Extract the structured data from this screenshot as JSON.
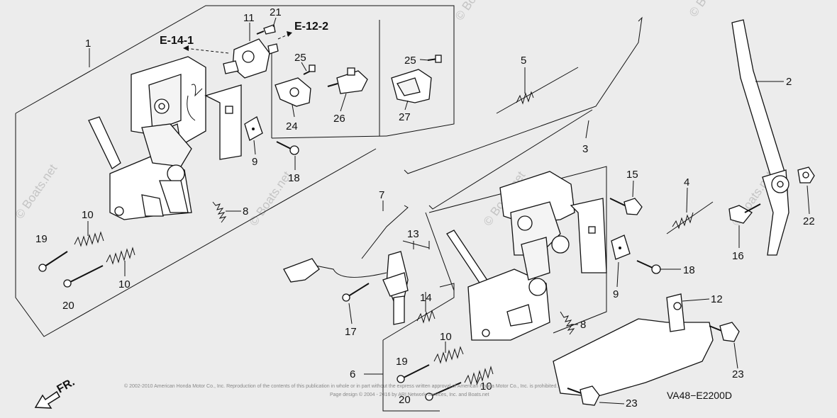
{
  "diagram": {
    "refs": {
      "ref_e14_1": "E-14-1",
      "ref_e12_2": "E-12-2"
    },
    "callouts": [
      {
        "key": "c1",
        "text": "1"
      },
      {
        "key": "c11",
        "text": "11"
      },
      {
        "key": "c21",
        "text": "21"
      },
      {
        "key": "c25a",
        "text": "25"
      },
      {
        "key": "c25b",
        "text": "25"
      },
      {
        "key": "c24",
        "text": "24"
      },
      {
        "key": "c26",
        "text": "26"
      },
      {
        "key": "c27",
        "text": "27"
      },
      {
        "key": "c5",
        "text": "5"
      },
      {
        "key": "c3",
        "text": "3"
      },
      {
        "key": "c2",
        "text": "2"
      },
      {
        "key": "c9a",
        "text": "9"
      },
      {
        "key": "c18a",
        "text": "18"
      },
      {
        "key": "c8a",
        "text": "8"
      },
      {
        "key": "c10a",
        "text": "10"
      },
      {
        "key": "c19a",
        "text": "19"
      },
      {
        "key": "c10b",
        "text": "10"
      },
      {
        "key": "c20a",
        "text": "20"
      },
      {
        "key": "c7",
        "text": "7"
      },
      {
        "key": "c13",
        "text": "13"
      },
      {
        "key": "c14",
        "text": "14"
      },
      {
        "key": "c17",
        "text": "17"
      },
      {
        "key": "c15",
        "text": "15"
      },
      {
        "key": "c4",
        "text": "4"
      },
      {
        "key": "c16",
        "text": "16"
      },
      {
        "key": "c22",
        "text": "22"
      },
      {
        "key": "c18b",
        "text": "18"
      },
      {
        "key": "c9b",
        "text": "9"
      },
      {
        "key": "c12",
        "text": "12"
      },
      {
        "key": "c8b",
        "text": "8"
      },
      {
        "key": "c10c",
        "text": "10"
      },
      {
        "key": "c19b",
        "text": "19"
      },
      {
        "key": "c10d",
        "text": "10"
      },
      {
        "key": "c6",
        "text": "6"
      },
      {
        "key": "c20b",
        "text": "20"
      },
      {
        "key": "c23a",
        "text": "23"
      },
      {
        "key": "c23b",
        "text": "23"
      }
    ],
    "fr_label": "FR.",
    "diagram_code": "VA48−E2200D",
    "watermark": "© Boats.net",
    "copyright_line1": "© 2002-2010 American Honda Motor Co., Inc. Reproduction of the contents of this publication in whole or in part without the express written approval of American Honda Motor Co., Inc. is prohibited.",
    "copyright_line2": "Page design © 2004 - 2016 by ARI Network Services, Inc. and Boats.net"
  }
}
